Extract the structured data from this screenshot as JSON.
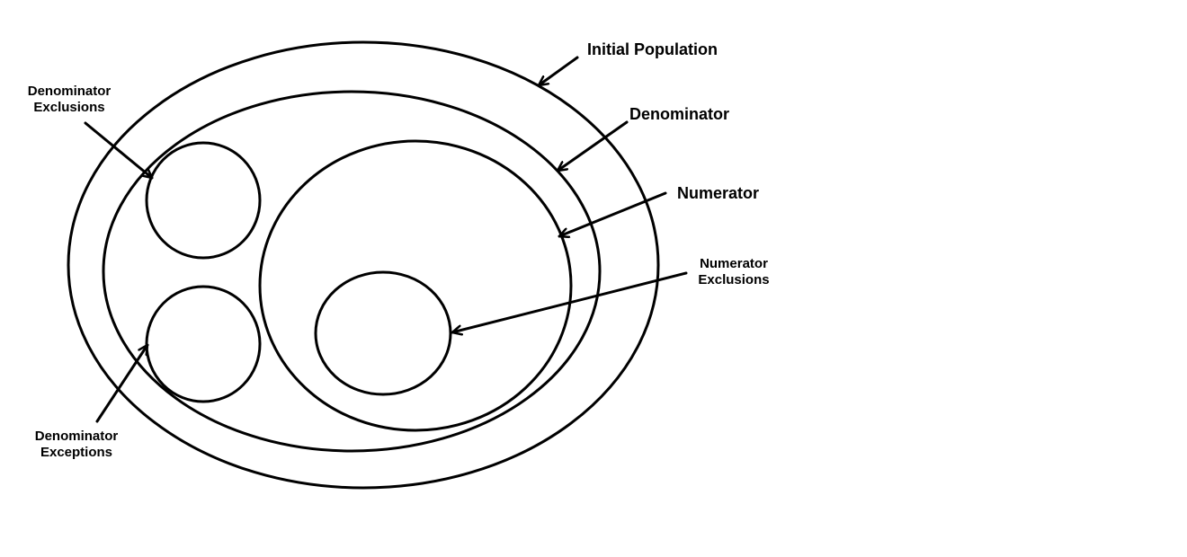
{
  "diagram": {
    "labels": {
      "initial_population": "Initial Population",
      "denominator": "Denominator",
      "numerator": "Numerator",
      "numerator_exclusions": [
        "Numerator",
        "Exclusions"
      ],
      "denominator_exclusions": [
        "Denominator",
        "Exclusions"
      ],
      "denominator_exceptions": [
        "Denominator",
        "Exceptions"
      ]
    },
    "colors": {
      "stroke": "#000000",
      "background": "#ffffff"
    }
  }
}
